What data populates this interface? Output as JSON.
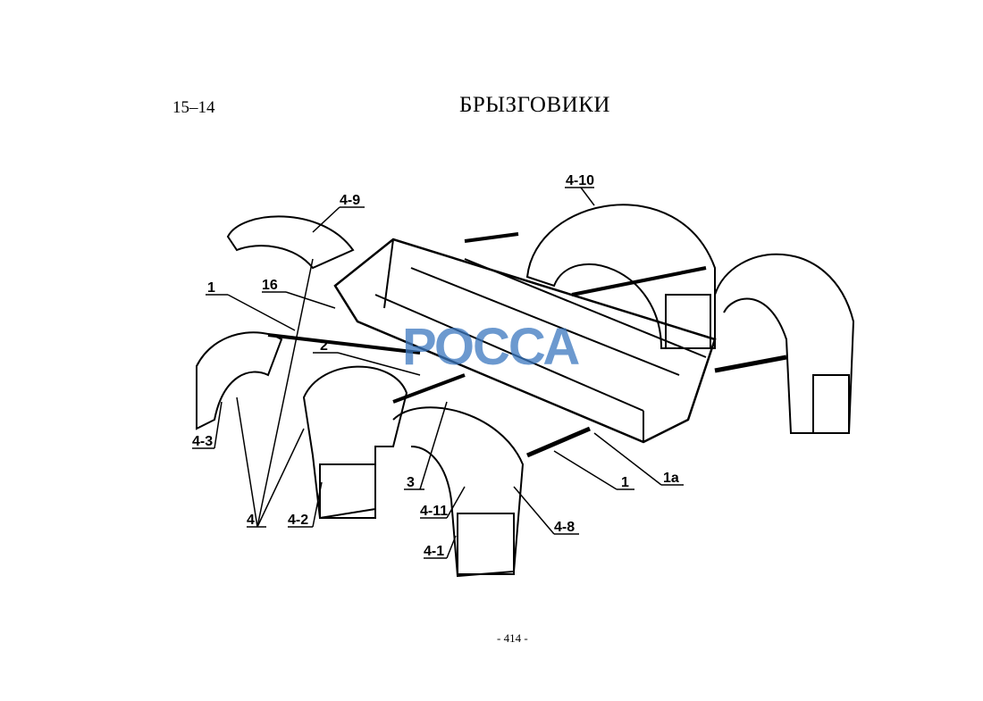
{
  "header": {
    "section": "15–14",
    "title": "БРЫЗГОВИКИ"
  },
  "watermark": "РОССА",
  "callouts": {
    "c49": "4-9",
    "c410": "4-10",
    "c1a": "1",
    "c16": "16",
    "c2": "2",
    "c43": "4-3",
    "c3": "3",
    "c4": "4",
    "c42": "4-2",
    "c411": "4-11",
    "c41": "4-1",
    "c48": "4-8",
    "c1b": "1",
    "c1a2": "1a"
  },
  "footer": {
    "page": "- 414 -"
  }
}
